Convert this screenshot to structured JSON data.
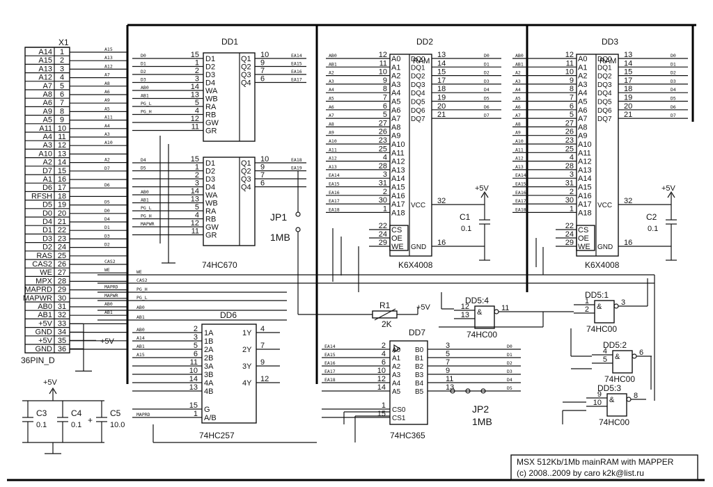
{
  "title_block": {
    "line1": "MSX 512Kb/1Mb  mainRAM with MAPPER",
    "line2": "(c) 2008..2009 by caro k2k@list.ru"
  },
  "connector": {
    "ref": "X1",
    "part": "36PIN_D",
    "pins": [
      [
        "A14",
        "1",
        "A15"
      ],
      [
        "A15",
        "2",
        "A13"
      ],
      [
        "A13",
        "3",
        "A12"
      ],
      [
        "A12",
        "4",
        "A7"
      ],
      [
        "A7",
        "5",
        "A8"
      ],
      [
        "A8",
        "6",
        "A6"
      ],
      [
        "A6",
        "7",
        "A9"
      ],
      [
        "A9",
        "8",
        "A5"
      ],
      [
        "A5",
        "9",
        "A11"
      ],
      [
        "A11",
        "10",
        "A4"
      ],
      [
        "A4",
        "11",
        "A3"
      ],
      [
        "A3",
        "12",
        "A10"
      ],
      [
        "A10",
        "13",
        ""
      ],
      [
        "A2",
        "14",
        "A2"
      ],
      [
        "D7",
        "15",
        "D7"
      ],
      [
        "A1",
        "16",
        ""
      ],
      [
        "D6",
        "17",
        "D6"
      ],
      [
        "RFSH",
        "18",
        ""
      ],
      [
        "D5",
        "19",
        "D5"
      ],
      [
        "D0",
        "20",
        "D0"
      ],
      [
        "D4",
        "21",
        "D4"
      ],
      [
        "D1",
        "22",
        "D1"
      ],
      [
        "D3",
        "23",
        "D3"
      ],
      [
        "D2",
        "24",
        "D2"
      ],
      [
        "RAS",
        "25",
        ""
      ],
      [
        "CAS2",
        "26",
        "CAS2"
      ],
      [
        "WE",
        "27",
        "WE"
      ],
      [
        "MPX",
        "28",
        ""
      ],
      [
        "MAPRD",
        "29",
        "MAPRD"
      ],
      [
        "MAPWR",
        "30",
        "MAPWR"
      ],
      [
        "AB0",
        "31",
        "AB0"
      ],
      [
        "AB1",
        "32",
        "AB1"
      ],
      [
        "+5V",
        "33",
        ""
      ],
      [
        "GND",
        "34",
        ""
      ],
      [
        "+5V",
        "35",
        ""
      ],
      [
        "GND",
        "36",
        ""
      ]
    ],
    "power_label": "+5V"
  },
  "dd1": {
    "ref": "DD1",
    "part": "74HC670",
    "blocks": [
      {
        "in_pins": [
          [
            "D0",
            "15",
            "D1"
          ],
          [
            "D1",
            "1",
            "D2"
          ],
          [
            "D2",
            "2",
            "D3"
          ],
          [
            "D3",
            "3",
            "D4"
          ],
          [
            "AB0",
            "14",
            "WA"
          ],
          [
            "AB1",
            "13",
            "WB"
          ],
          [
            "PG_L",
            "5",
            "RA"
          ],
          [
            "PG_H",
            "4",
            "RB"
          ],
          [
            "",
            "12",
            "GW"
          ],
          [
            "",
            "11",
            "GR"
          ]
        ],
        "out_pins": [
          [
            "Q1",
            "10",
            "EA14"
          ],
          [
            "Q2",
            "9",
            "EA15"
          ],
          [
            "Q3",
            "7",
            "EA16"
          ],
          [
            "Q4",
            "6",
            "EA17"
          ]
        ]
      },
      {
        "in_pins": [
          [
            "D4",
            "15",
            "D1"
          ],
          [
            "D5",
            "1",
            "D2"
          ],
          [
            "",
            "2",
            "D3"
          ],
          [
            "",
            "3",
            "D4"
          ],
          [
            "AB0",
            "14",
            "WA"
          ],
          [
            "AB1",
            "13",
            "WB"
          ],
          [
            "PG_L",
            "5",
            "RA"
          ],
          [
            "PG_H",
            "4",
            "RB"
          ],
          [
            "MAPWR",
            "12",
            "GW"
          ],
          [
            "",
            "11",
            "GR"
          ]
        ],
        "out_pins": [
          [
            "Q1",
            "10",
            "EA18"
          ],
          [
            "Q2",
            "9",
            "EA19"
          ],
          [
            "Q3",
            "7",
            ""
          ],
          [
            "Q4",
            "6",
            ""
          ]
        ]
      }
    ]
  },
  "ram": [
    {
      "ref": "DD2",
      "part": "K6X4008",
      "body_label": "RAM",
      "addr_pins": [
        [
          "AB0",
          "12",
          "A0"
        ],
        [
          "AB1",
          "11",
          "A1"
        ],
        [
          "A2",
          "10",
          "A2"
        ],
        [
          "A3",
          "9",
          "A3"
        ],
        [
          "A4",
          "8",
          "A4"
        ],
        [
          "A5",
          "7",
          "A5"
        ],
        [
          "A6",
          "6",
          "A6"
        ],
        [
          "A7",
          "5",
          "A7"
        ],
        [
          "A8",
          "27",
          "A8"
        ],
        [
          "A9",
          "26",
          "A9"
        ],
        [
          "A10",
          "23",
          "A10"
        ],
        [
          "A11",
          "25",
          "A11"
        ],
        [
          "A12",
          "4",
          "A12"
        ],
        [
          "A13",
          "28",
          "A13"
        ],
        [
          "EA14",
          "3",
          "A14"
        ],
        [
          "EA15",
          "31",
          "A15"
        ],
        [
          "EA16",
          "2",
          "A16"
        ],
        [
          "EA17",
          "30",
          "A17"
        ],
        [
          "EA18",
          "1",
          "A18"
        ]
      ],
      "data_pins": [
        [
          "DQ0",
          "13",
          "D0"
        ],
        [
          "DQ1",
          "14",
          "D1"
        ],
        [
          "DQ2",
          "15",
          "D2"
        ],
        [
          "DQ3",
          "17",
          "D3"
        ],
        [
          "DQ4",
          "18",
          "D4"
        ],
        [
          "DQ5",
          "19",
          "D5"
        ],
        [
          "DQ6",
          "20",
          "D6"
        ],
        [
          "DQ7",
          "21",
          "D7"
        ]
      ],
      "ctrl_pins": [
        [
          "22",
          "CS"
        ],
        [
          "24",
          "OE"
        ],
        [
          "29",
          "WE"
        ]
      ],
      "vcc": [
        "VCC",
        "32"
      ],
      "gnd": [
        "GND",
        "16"
      ],
      "cap": {
        "ref": "C1",
        "value": "0.1"
      },
      "power_label": "+5V"
    },
    {
      "ref": "DD3",
      "part": "K6X4008",
      "body_label": "RAM",
      "addr_pins": [
        [
          "AB0",
          "12",
          "A0"
        ],
        [
          "AB1",
          "11",
          "A1"
        ],
        [
          "A2",
          "10",
          "A2"
        ],
        [
          "A3",
          "9",
          "A3"
        ],
        [
          "A4",
          "8",
          "A4"
        ],
        [
          "A5",
          "7",
          "A5"
        ],
        [
          "A6",
          "6",
          "A6"
        ],
        [
          "A7",
          "5",
          "A7"
        ],
        [
          "A8",
          "27",
          "A8"
        ],
        [
          "A9",
          "26",
          "A9"
        ],
        [
          "A10",
          "23",
          "A10"
        ],
        [
          "A11",
          "25",
          "A11"
        ],
        [
          "A12",
          "4",
          "A12"
        ],
        [
          "A13",
          "28",
          "A13"
        ],
        [
          "EA14",
          "3",
          "A14"
        ],
        [
          "EA15",
          "31",
          "A15"
        ],
        [
          "EA16",
          "2",
          "A16"
        ],
        [
          "EA17",
          "30",
          "A17"
        ],
        [
          "EA18",
          "1",
          "A18"
        ]
      ],
      "data_pins": [
        [
          "DQ0",
          "13",
          "D0"
        ],
        [
          "DQ1",
          "14",
          "D1"
        ],
        [
          "DQ2",
          "15",
          "D2"
        ],
        [
          "DQ3",
          "17",
          "D3"
        ],
        [
          "DQ4",
          "18",
          "D4"
        ],
        [
          "DQ5",
          "19",
          "D5"
        ],
        [
          "DQ6",
          "20",
          "D6"
        ],
        [
          "DQ7",
          "21",
          "D7"
        ]
      ],
      "ctrl_pins": [
        [
          "22",
          "CS"
        ],
        [
          "24",
          "OE"
        ],
        [
          "29",
          "WE"
        ]
      ],
      "vcc": [
        "VCC",
        "32"
      ],
      "gnd": [
        "GND",
        "16"
      ],
      "cap": {
        "ref": "C2",
        "value": "0.1"
      },
      "power_label": "+5V"
    }
  ],
  "jp1": {
    "ref": "JP1",
    "label": "1MB"
  },
  "jp2": {
    "ref": "JP2",
    "label": "1MB"
  },
  "bus_labels": {
    "we": "WE",
    "cas2": "CAS2",
    "pg_h": "PG_H",
    "pg_l": "PG_L",
    "ab0": "AB0",
    "ab1": "AB1",
    "mapwr": "MAPWR",
    "maprd": "MAPRD"
  },
  "dd6": {
    "ref": "DD6",
    "part": "74HC257",
    "in_pins": [
      [
        "AB0",
        "2",
        "1A"
      ],
      [
        "A14",
        "3",
        "1B"
      ],
      [
        "AB1",
        "5",
        "2A"
      ],
      [
        "A15",
        "6",
        "2B"
      ],
      [
        "",
        "11",
        "3A"
      ],
      [
        "",
        "10",
        "3B"
      ],
      [
        "",
        "14",
        "4A"
      ],
      [
        "",
        "13",
        "4B"
      ],
      [
        "",
        "15",
        "G"
      ],
      [
        "MAPRD",
        "1",
        "A/B"
      ]
    ],
    "out_pins": [
      [
        "1Y",
        "4"
      ],
      [
        "2Y",
        "7"
      ],
      [
        "3Y",
        "9"
      ],
      [
        "4Y",
        "12"
      ]
    ]
  },
  "dd7": {
    "ref": "DD7",
    "part": "74HC365",
    "in_pins": [
      [
        "EA14",
        "2",
        "A0"
      ],
      [
        "EA15",
        "4",
        "A1"
      ],
      [
        "EA16",
        "6",
        "A2"
      ],
      [
        "EA17",
        "10",
        "A3"
      ],
      [
        "EA18",
        "12",
        "A4"
      ],
      [
        "",
        "14",
        "A5"
      ],
      [
        "",
        "1",
        "CS0"
      ],
      [
        "",
        "15",
        "CS1"
      ]
    ],
    "out_pins": [
      [
        "B0",
        "3",
        "D0"
      ],
      [
        "B1",
        "5",
        "D1"
      ],
      [
        "B2",
        "7",
        "D2"
      ],
      [
        "B3",
        "9",
        "D3"
      ],
      [
        "B4",
        "11",
        "D4"
      ],
      [
        "B5",
        "13",
        "D5"
      ]
    ]
  },
  "r1": {
    "ref": "R1",
    "value": "2K",
    "power_label": "+5V"
  },
  "gates": [
    {
      "ref": "DD5:4",
      "part": "74HC00",
      "pins": [
        "12",
        "13",
        "11"
      ],
      "symbol": "&"
    },
    {
      "ref": "DD5:1",
      "part": "74HC00",
      "pins": [
        "1",
        "2",
        "3"
      ],
      "symbol": "&"
    },
    {
      "ref": "DD5:2",
      "part": "74HC00",
      "pins": [
        "4",
        "5",
        "6"
      ],
      "symbol": "&"
    },
    {
      "ref": "DD5:3",
      "part": "74HC00",
      "pins": [
        "9",
        "10",
        "8"
      ],
      "symbol": "&"
    }
  ],
  "decoupling": {
    "power_label": "+5V",
    "caps": [
      {
        "ref": "C3",
        "value": "0.1"
      },
      {
        "ref": "C4",
        "value": "0.1"
      },
      {
        "ref": "C5",
        "value": "10.0"
      }
    ]
  }
}
